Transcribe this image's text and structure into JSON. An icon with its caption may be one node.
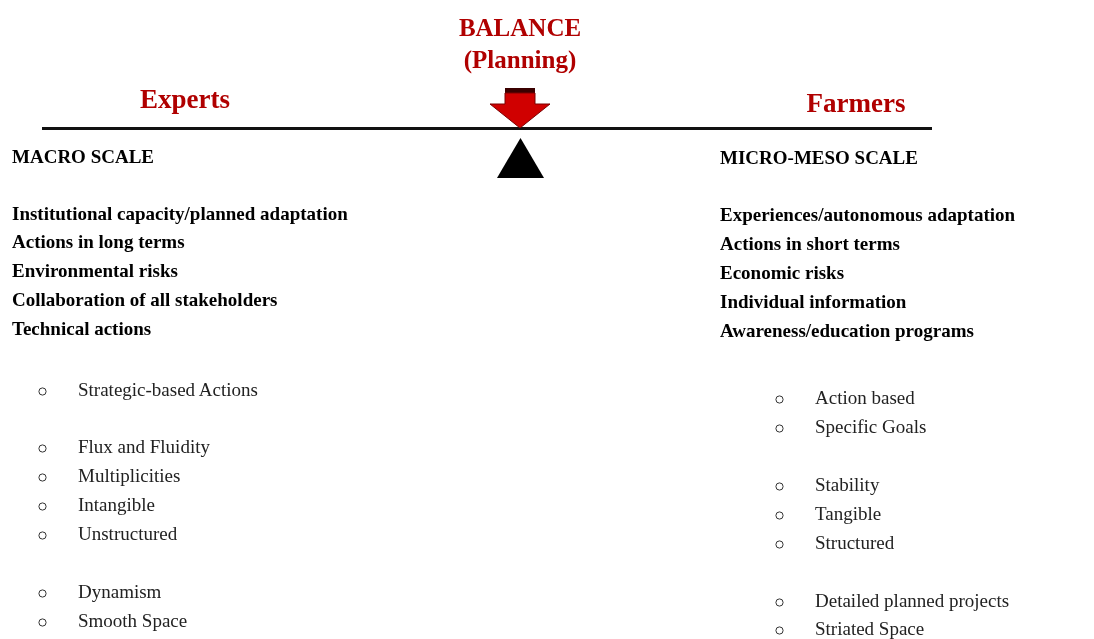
{
  "diagram": {
    "title": "BALANCE (Planning)",
    "labels": [
      "Experts",
      "MACRO SCALE",
      "Institutional capacity/planned adaptation",
      "Actions in long terms",
      "Environmental risks",
      "Collaboration of all stakeholders",
      "Technical actions",
      "Strategic-based Actions",
      "Flux and Fluidity",
      "Multiplicities",
      "Intangible",
      "Unstructured",
      "Dynamism",
      "Smooth Space",
      "Farmers",
      "MICRO-MESO SCALE",
      "Experiences/autonomous adaptation",
      "Actions in short terms",
      "Economic risks",
      "Individual information",
      "Awareness/education programs",
      "Action based",
      "Specific Goals",
      "Stability",
      "Tangible",
      "Structured",
      "Detailed planned projects",
      "Striated Space"
    ]
  }
}
